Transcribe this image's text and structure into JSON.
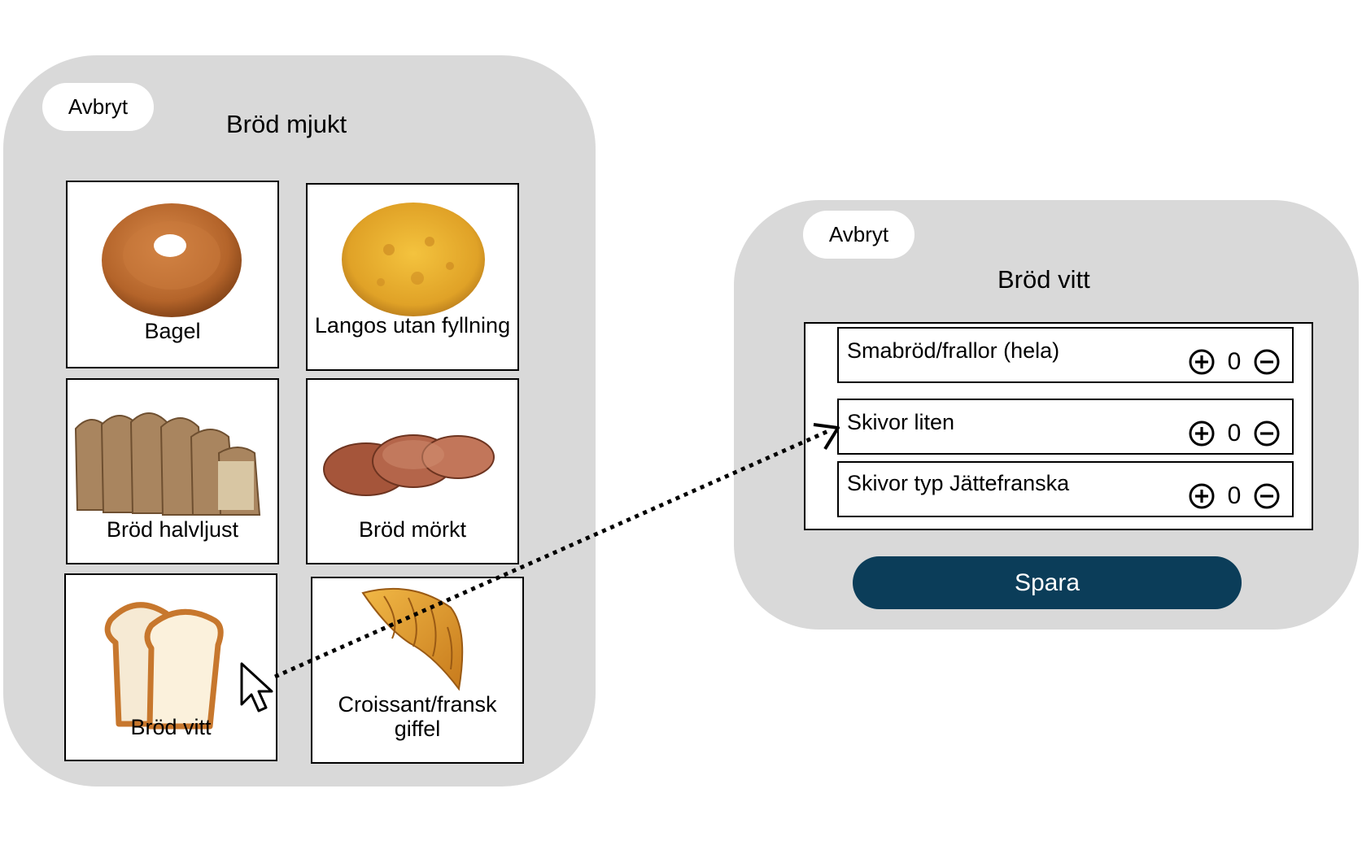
{
  "left_panel": {
    "cancel_label": "Avbryt",
    "title": "Bröd mjukt",
    "tiles": [
      {
        "label": "Bagel",
        "icon": "bagel-image"
      },
      {
        "label": "Langos utan fyllning",
        "icon": "langos-image"
      },
      {
        "label": "Bröd halvljust",
        "icon": "sliced-bread-image"
      },
      {
        "label": "Bröd mörkt",
        "icon": "dark-bread-image"
      },
      {
        "label": "Bröd vitt",
        "icon": "white-bread-image"
      },
      {
        "label": "Croissant/fransk giffel",
        "icon": "croissant-image"
      }
    ]
  },
  "right_panel": {
    "cancel_label": "Avbryt",
    "title": "Bröd vitt",
    "items": [
      {
        "name": "Smabröd/frallor (hela)",
        "quantity": "0"
      },
      {
        "name": "Skivor liten",
        "quantity": "0"
      },
      {
        "name": "Skivor typ Jättefranska",
        "quantity": "0"
      }
    ],
    "save_label": "Spara"
  },
  "colors": {
    "panel_bg": "#d9d9d9",
    "save_button_bg": "#0b3d59",
    "save_button_text": "#ffffff"
  },
  "icons": {
    "increment": "plus-circle-icon",
    "decrement": "minus-circle-icon",
    "pointer": "mouse-pointer-icon",
    "connector": "dotted-arrow"
  }
}
